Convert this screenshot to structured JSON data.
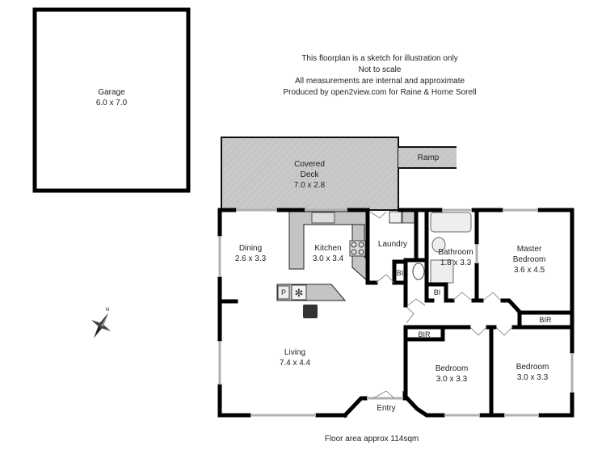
{
  "notes": {
    "line1": "This floorplan is a sketch for illustration only",
    "line2": "Not to scale",
    "line3": "All measurements are internal and approximate",
    "line4": "Produced by open2view.com for Raine & Horne Sorell"
  },
  "rooms": {
    "garage": {
      "name": "Garage",
      "size": "6.0 x 7.0"
    },
    "covered_deck": {
      "name_line1": "Covered",
      "name_line2": "Deck",
      "size": "7.0 x 2.8"
    },
    "ramp": {
      "name": "Ramp"
    },
    "dining": {
      "name": "Dining",
      "size": "2.6 x 3.3"
    },
    "kitchen": {
      "name": "Kitchen",
      "size": "3.0 x 3.4"
    },
    "laundry": {
      "name": "Laundry"
    },
    "bathroom": {
      "name": "Bathroom",
      "size": "1.8 x 3.3"
    },
    "master_bedroom": {
      "name_line1": "Master",
      "name_line2": "Bedroom",
      "size": "3.6 x 4.5"
    },
    "living": {
      "name": "Living",
      "size": "7.4 x 4.4"
    },
    "bedroom2": {
      "name": "Bedroom",
      "size": "3.0 x 3.3"
    },
    "bedroom3": {
      "name": "Bedroom",
      "size": "3.0 x 3.3"
    },
    "entry": {
      "name": "Entry"
    },
    "bi_laundry": "BI",
    "bi_bathroom": "BI",
    "bir_master": "BIR",
    "bir_bedroom2": "BIR",
    "pantry": "P"
  },
  "compass": {
    "north_label": "N"
  },
  "footer": {
    "floor_area": "Floor area approx 114sqm"
  },
  "colors": {
    "wall": "#000000",
    "deck_fill": "#c8c8c8",
    "bench_fill": "#c4c4c4",
    "window": "#b8b8b8"
  }
}
